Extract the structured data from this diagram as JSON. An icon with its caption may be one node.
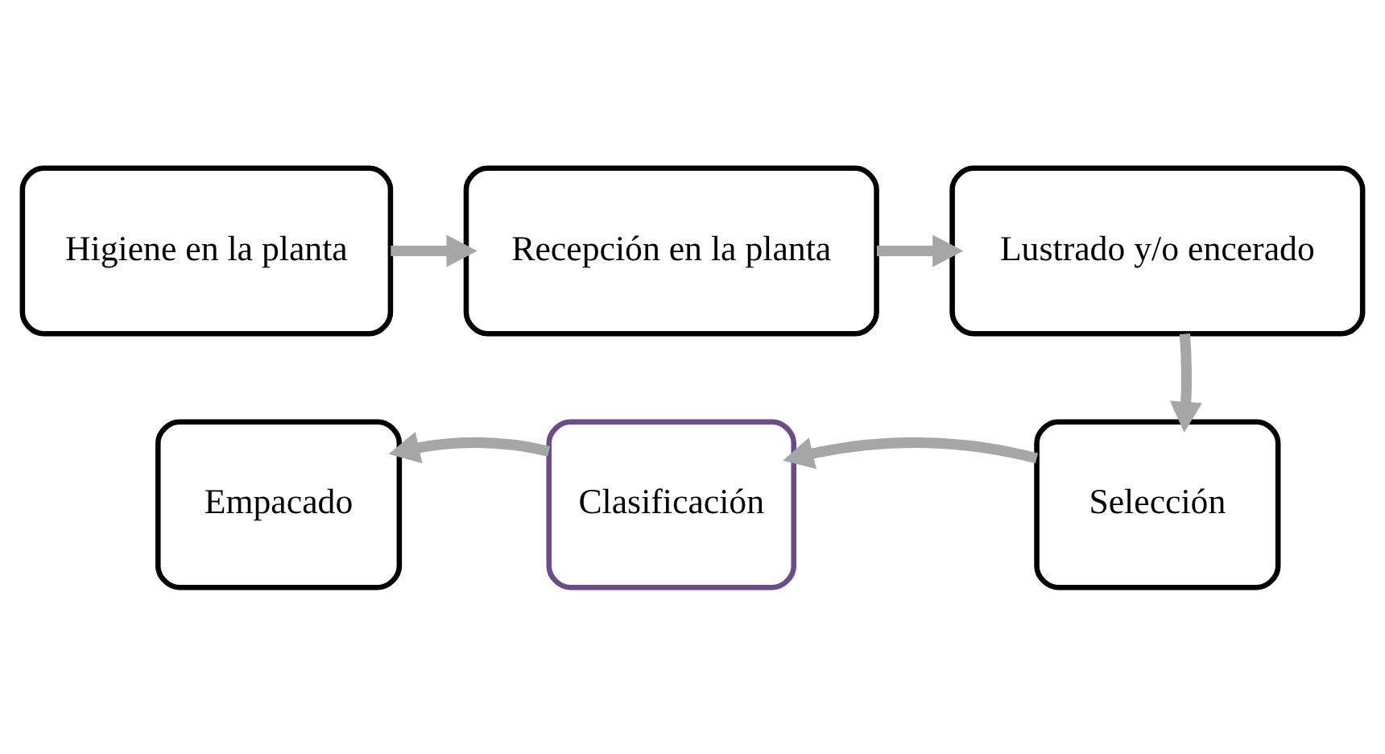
{
  "diagram": {
    "nodes": [
      {
        "text": [
          "Higiene en la planta"
        ]
      },
      {
        "text": [
          "Recepción en la planta"
        ]
      },
      {
        "text": [
          "Lustrado y/o encerado"
        ]
      },
      {
        "text": [
          "Selección"
        ]
      },
      {
        "text": [
          "Clasificación"
        ]
      },
      {
        "text": [
          "Empacado"
        ]
      }
    ],
    "edges": [
      {
        "from": 0,
        "to": 1,
        "arrow": "to"
      },
      {
        "from": 1,
        "to": 2,
        "arrow": "to"
      },
      {
        "from": 2,
        "to": 3,
        "arrow": "to"
      },
      {
        "from": 3,
        "to": 4,
        "arrow": "to"
      },
      {
        "from": 4,
        "to": 5,
        "arrow": "to"
      }
    ]
  }
}
